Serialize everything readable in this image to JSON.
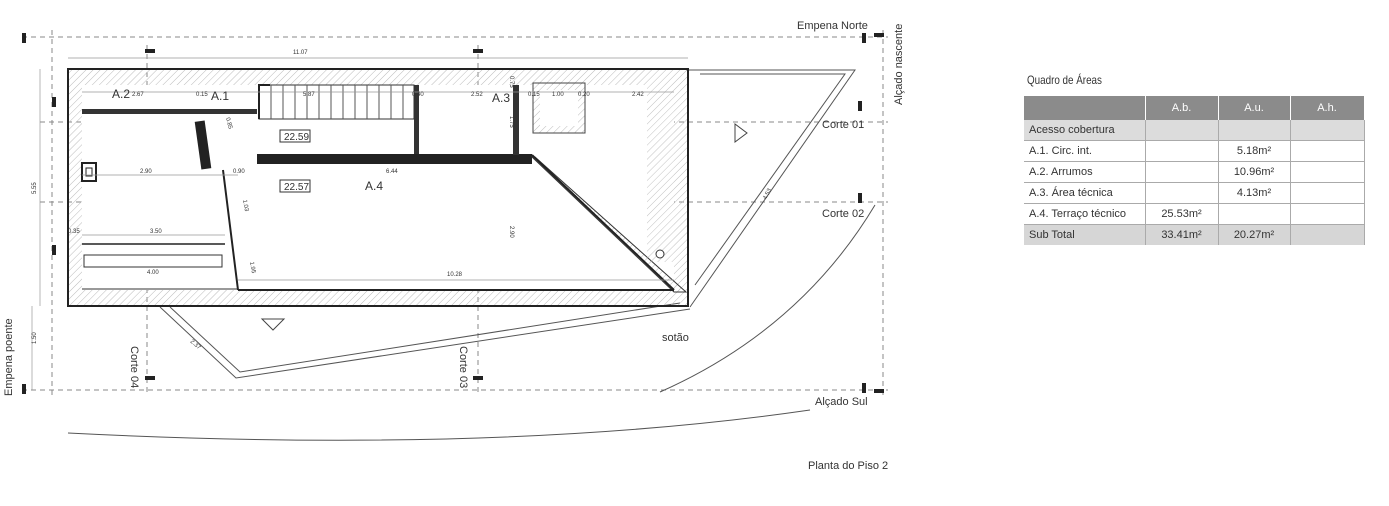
{
  "plan": {
    "title": "Planta do Piso 2",
    "labels": {
      "empena_norte": "Empena Norte",
      "alcado_nascente": "Alçado nascente",
      "alcado_sul": "Alçado Sul",
      "empena_poente": "Empena poente",
      "corte_01": "Corte 01",
      "corte_02": "Corte 02",
      "corte_03": "Corte 03",
      "corte_04": "Corte 04",
      "sotao": "sotão"
    },
    "rooms": {
      "a1": "A.1",
      "a2": "A.2",
      "a3": "A.3",
      "a4": "A.4"
    },
    "area_tags": {
      "stair": "22.59",
      "terrace": "22.57"
    },
    "dimensions": {
      "total_width": "11.07",
      "a2_width": "2.67",
      "a1_a": "0.15",
      "stair_run": "5.87",
      "stair_b": "0.40",
      "a3_left": "2.52",
      "a3_b": "0.15",
      "a3_c": "1.00",
      "a3_d": "0.20",
      "a3_right": "2.42",
      "height_total": "5.55",
      "a1_diag": "0.85",
      "left_290": "2.90",
      "mid_090": "0.90",
      "mid_644": "6.44",
      "diag_453": "4.53",
      "left_035": "0.35",
      "left_350": "3.50",
      "mid_103": "1.03",
      "right_290": "2.90",
      "mid_195": "1.95",
      "bottom_400": "4.00",
      "bottom_1028": "10.28",
      "left_150": "1.50",
      "lower_237": "2.37",
      "top_vert_075": "0.75",
      "vert_175": "1.75"
    }
  },
  "areas_table": {
    "title": "Quadro de Áreas",
    "headers": [
      "",
      "A.b.",
      "A.u.",
      "A.h."
    ],
    "group_label": "Acesso cobertura",
    "rows": [
      [
        "A.1. Circ. int.",
        "",
        "5.18m²",
        ""
      ],
      [
        "A.2. Arrumos",
        "",
        "10.96m²",
        ""
      ],
      [
        "A.3. Área técnica",
        "",
        "4.13m²",
        ""
      ],
      [
        "A.4. Terraço técnico",
        "25.53m²",
        "",
        ""
      ]
    ],
    "subtotal": [
      "Sub Total",
      "33.41m²",
      "20.27m²",
      ""
    ]
  }
}
